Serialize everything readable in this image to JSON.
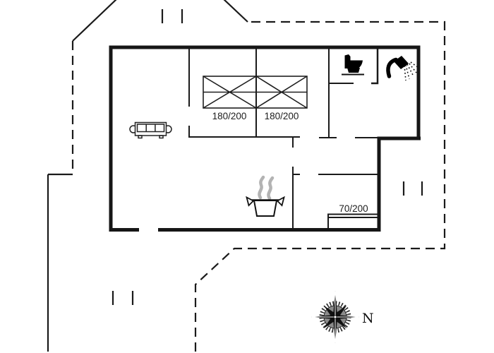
{
  "plan": {
    "beds": {
      "bed1_label": "180/200",
      "bed2_label": "180/200",
      "bed3_label": "70/200"
    },
    "compass": {
      "north_label": "N"
    }
  },
  "icons": {
    "sofa": "sofa-icon",
    "toilet": "toilet-icon",
    "shower": "shower-icon",
    "cooking_pot": "cooking-pot-icon",
    "compass_rose": "compass-rose-icon",
    "double_bed": "double-bed-icon",
    "single_bed": "single-bed-icon"
  },
  "colors": {
    "background": "#ffffff",
    "wall": "#161616",
    "line": "#1a1a1a",
    "steam": "#b3b3b3",
    "compass_disc": "#8a8a8a"
  }
}
